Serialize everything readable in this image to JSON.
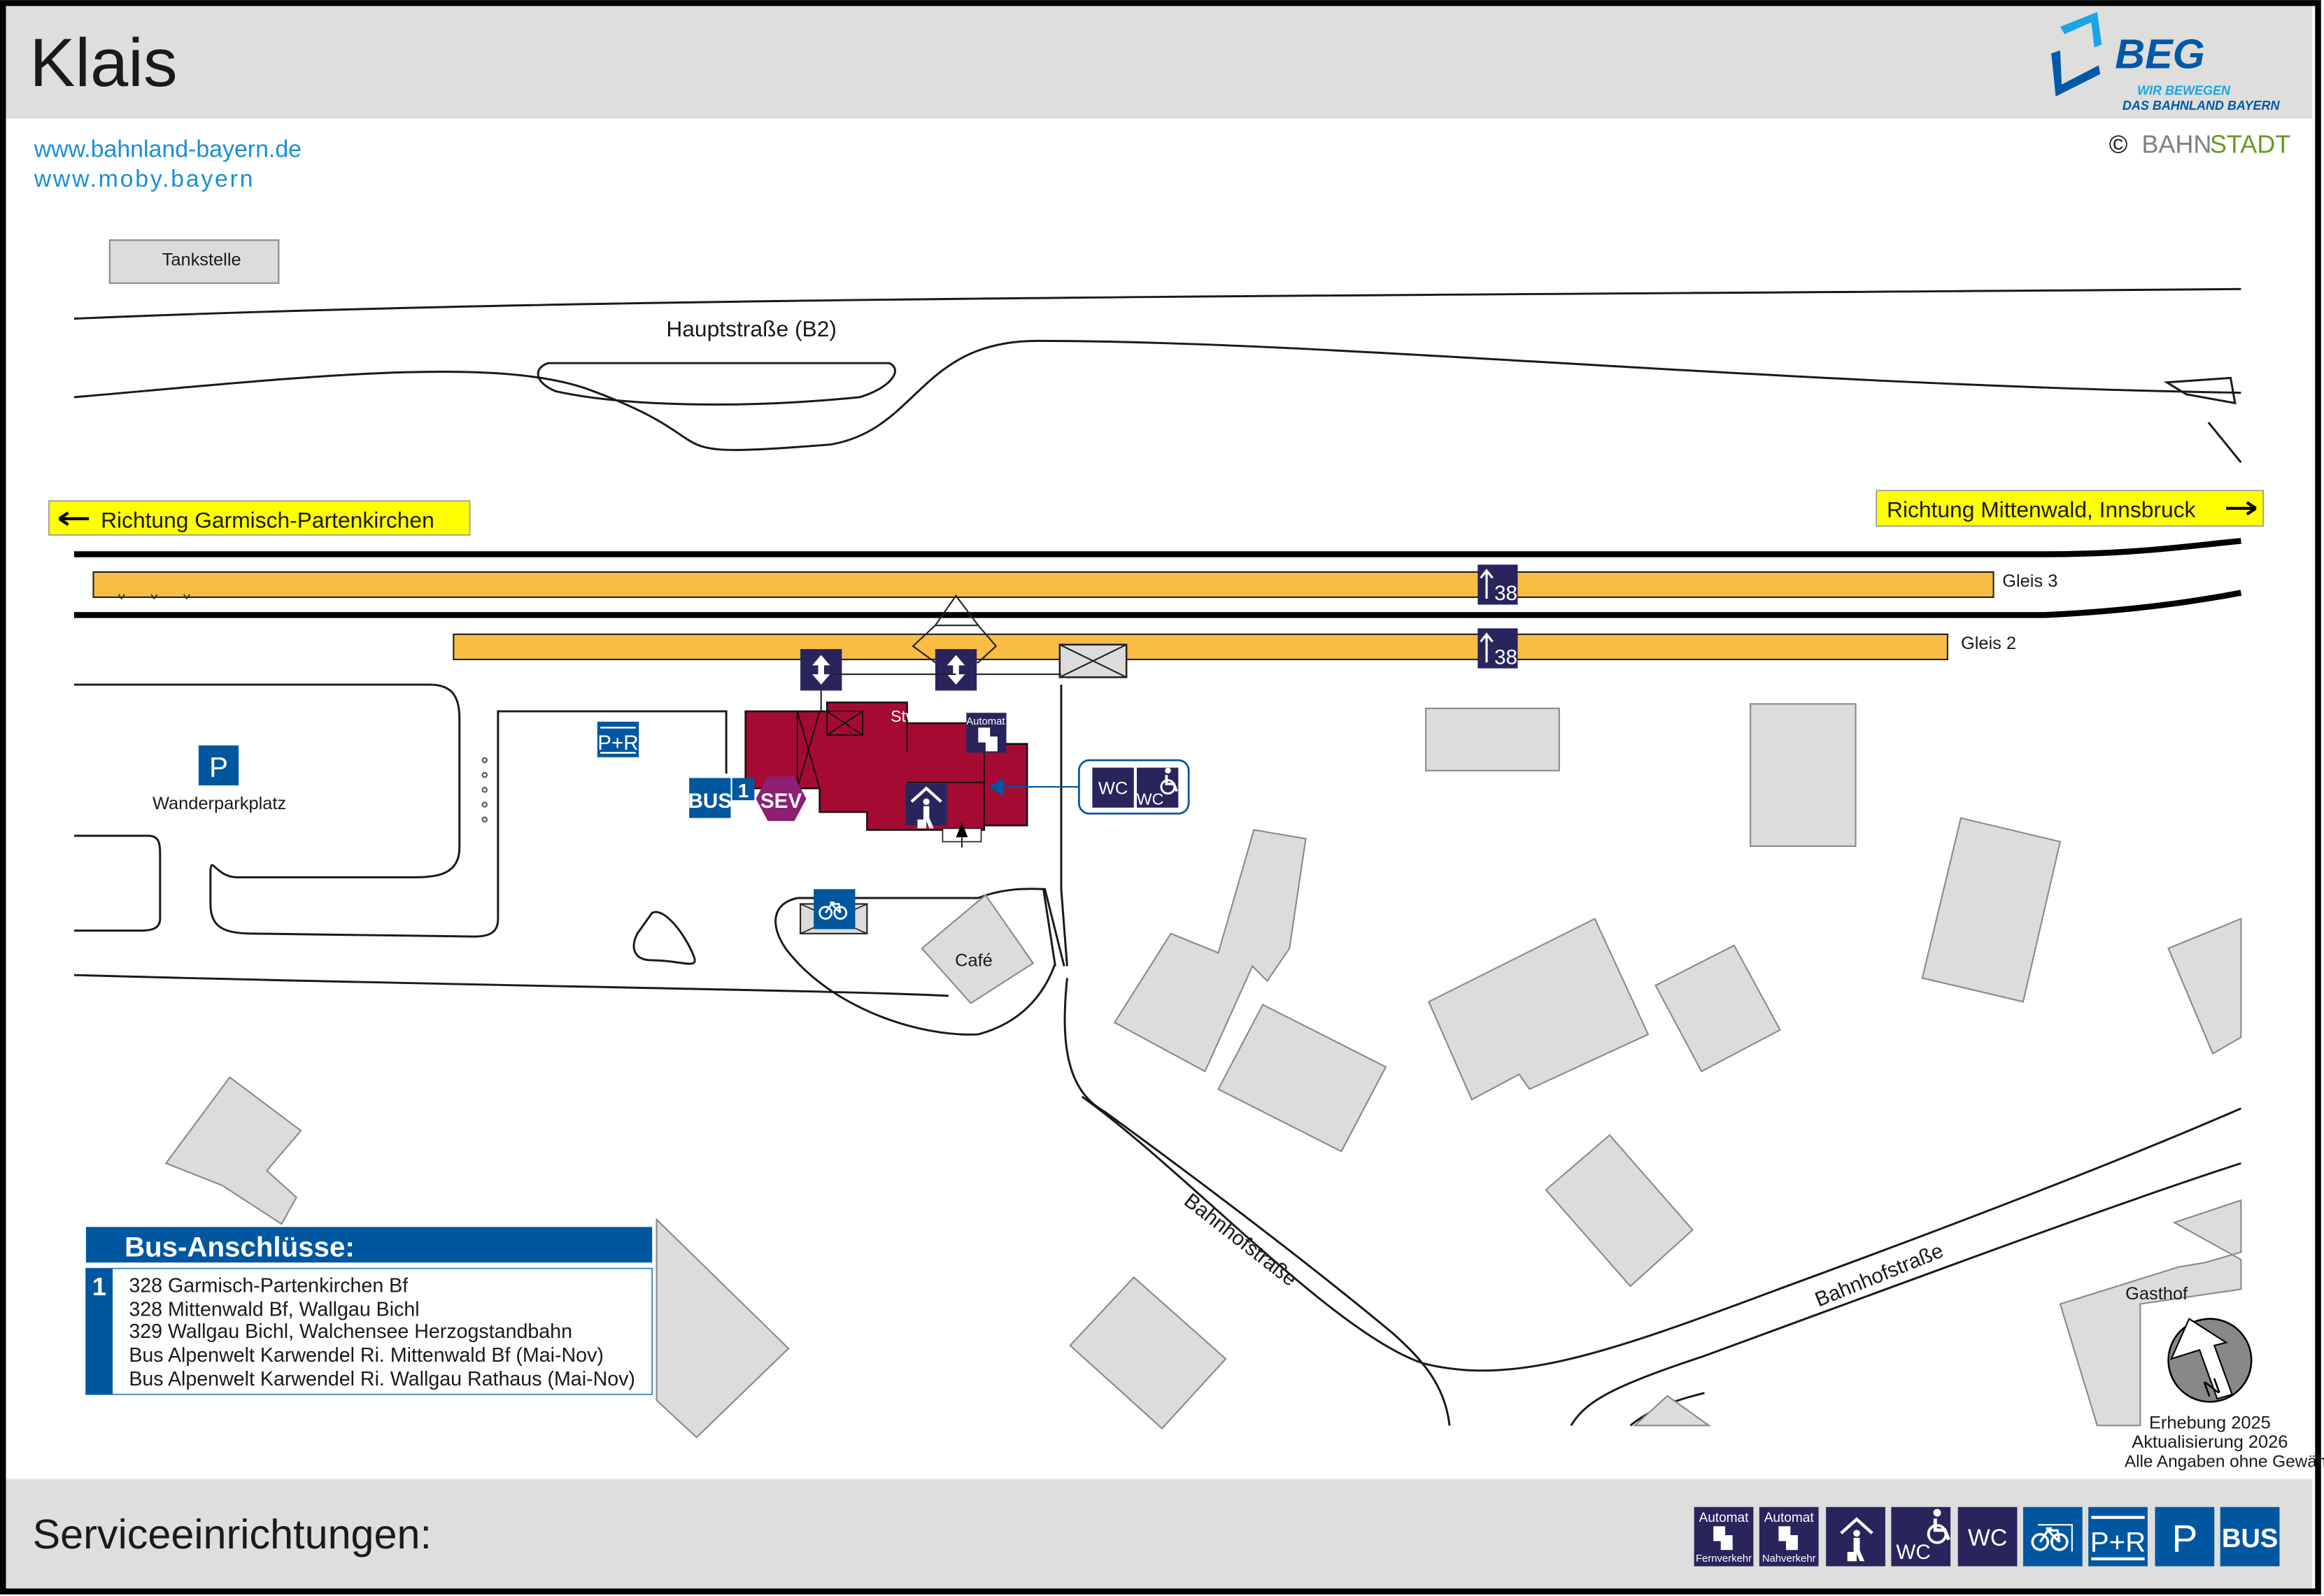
{
  "header": {
    "station_name": "Klais",
    "logo_text": "BEG",
    "logo_tagline_1": "WIR BEWEGEN",
    "logo_tagline_2": "DAS BAHNLAND BAYERN",
    "links": [
      "www.bahnland-bayern.de",
      "www.moby.bayern"
    ],
    "copyright_symbol": "©",
    "copyright_brand_1": "BAHN",
    "copyright_brand_2": "STADT"
  },
  "colors": {
    "platform": "#f9bc45",
    "station_building": "#a50a33",
    "pictogram_dark": "#29245c",
    "pictogram_blue": "#0057a0",
    "sev": "#8e1f73",
    "building": "#dcdcdc",
    "direction_sign": "#ffff00",
    "link": "#1a8fd8"
  },
  "map": {
    "labels": {
      "tankstelle": "Tankstelle",
      "hauptstrasse": "Hauptstraße (B2)",
      "wanderparkplatz": "Wanderparkplatz",
      "stw": "Stw",
      "cafe": "Café",
      "bahnhofstrasse_1": "Bahnhofstraße",
      "bahnhofstrasse_2": "Bahnhofstraße",
      "gasthof": "Gasthof"
    },
    "directions": {
      "left": "Richtung Garmisch-Partenkirchen",
      "right": "Richtung Mittenwald, Innsbruck"
    },
    "tracks": [
      {
        "label": "Gleis 3",
        "sign": "38"
      },
      {
        "label": "Gleis 2",
        "sign": "38"
      }
    ],
    "icons": {
      "bus": "BUS",
      "bus_line": "1",
      "sev": "SEV",
      "pr": "P+R",
      "parking": "P",
      "automat": "Automat",
      "wc": "WC"
    },
    "compass": "N"
  },
  "bus_panel": {
    "title": "Bus-Anschlüsse:",
    "line": "1",
    "connections": [
      "328 Garmisch-Partenkirchen Bf",
      "328 Mittenwald Bf, Wallgau Bichl",
      "329 Wallgau Bichl, Walchensee Herzogstandbahn",
      "Bus Alpenwelt Karwendel Ri. Mittenwald Bf (Mai-Nov)",
      "Bus Alpenwelt Karwendel Ri. Wallgau Rathaus (Mai-Nov)"
    ]
  },
  "footer_notes": [
    "Erhebung 2025",
    "Aktualisierung 2026",
    "Alle Angaben ohne Gewähr!"
  ],
  "services": {
    "title": "Serviceeinrichtungen:",
    "items": [
      {
        "icon": "ticket-machine-long-distance",
        "top": "Automat",
        "bottom": "Fernverkehr"
      },
      {
        "icon": "ticket-machine-regional",
        "top": "Automat",
        "bottom": "Nahverkehr"
      },
      {
        "icon": "waiting-room"
      },
      {
        "icon": "accessible-wc",
        "label": "WC"
      },
      {
        "icon": "wc",
        "label": "WC"
      },
      {
        "icon": "bike-parking"
      },
      {
        "icon": "park-and-ride",
        "label": "P+R"
      },
      {
        "icon": "parking",
        "label": "P"
      },
      {
        "icon": "bus",
        "label": "BUS"
      }
    ]
  }
}
